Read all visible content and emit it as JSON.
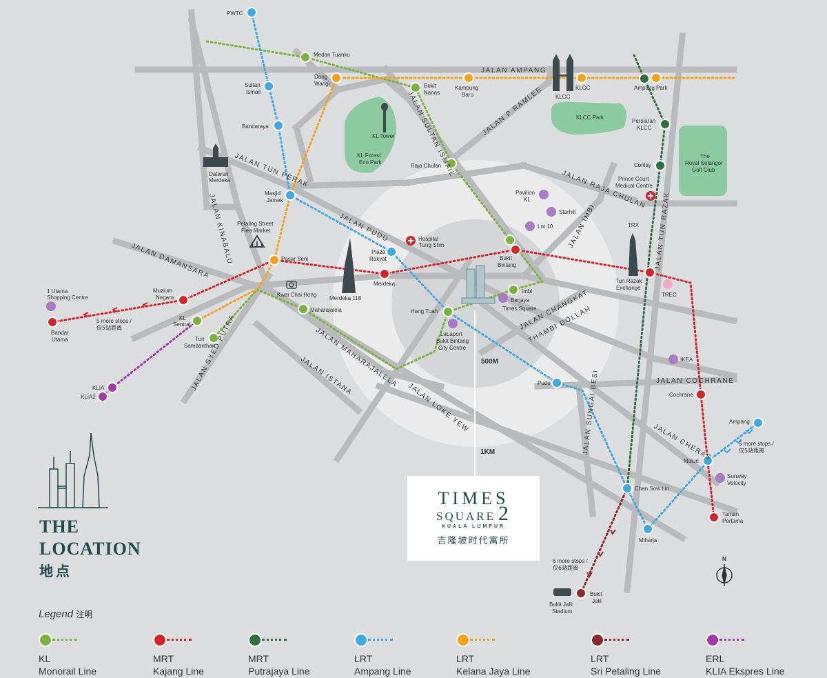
{
  "roads": [
    {
      "name": "JALAN AMPANG"
    },
    {
      "name": "JALAN SULTAN ISMAIL"
    },
    {
      "name": "JALAN P RAMLEE"
    },
    {
      "name": "JALAN TUN PERAK"
    },
    {
      "name": "JALAN RAJA CHULAN"
    },
    {
      "name": "JALAN KINABALU"
    },
    {
      "name": "JALAN PUDU"
    },
    {
      "name": "JALAN IMBI"
    },
    {
      "name": "JALAN TUN RAZAK"
    },
    {
      "name": "JALAN DAMANSARA"
    },
    {
      "name": "JALAN CHANGKAT"
    },
    {
      "name": "THAMBI DOLLAH"
    },
    {
      "name": "JALAN SYED PUTRA"
    },
    {
      "name": "JALAN MAHARAJALELA"
    },
    {
      "name": "JALAN ISTANA"
    },
    {
      "name": "JALAN LOKE YEW"
    },
    {
      "name": "JALAN COCHRANE"
    },
    {
      "name": "JALAN SUNGAI BESI"
    },
    {
      "name": "JALAN CHERAS"
    }
  ],
  "radius_labels": {
    "inner": "500M",
    "outer": "1KM"
  },
  "landmarks": [
    {
      "name": "KL Tower"
    },
    {
      "name": "KL Forest"
    },
    {
      "name": "Eco Park"
    },
    {
      "name": "KLCC Park"
    },
    {
      "name": "The"
    },
    {
      "name": "Royal Selangor"
    },
    {
      "name": "Golf Club"
    },
    {
      "name": "Dataran"
    },
    {
      "name": "Merdeka"
    },
    {
      "name": "Petaling Street"
    },
    {
      "name": "Flea Market"
    },
    {
      "name": "Kwai Chai Hong"
    },
    {
      "name": "Merdeka 118"
    },
    {
      "name": "Hospital"
    },
    {
      "name": "Tung Shin"
    },
    {
      "name": "Pavilion"
    },
    {
      "name": "KL"
    },
    {
      "name": "Starhill"
    },
    {
      "name": "Lot 10"
    },
    {
      "name": "Prince Court"
    },
    {
      "name": "Medical Centre"
    },
    {
      "name": "TRX"
    },
    {
      "name": "TREC"
    },
    {
      "name": "IKEA"
    },
    {
      "name": "1 Utama"
    },
    {
      "name": "Shopping Centre"
    },
    {
      "name": "Sunway"
    },
    {
      "name": "Velocity"
    },
    {
      "name": "Berjaya"
    },
    {
      "name": "Times Square"
    },
    {
      "name": "LaLaport"
    },
    {
      "name": "Bukit Bintang"
    },
    {
      "name": "City Centre"
    },
    {
      "name": "Bukit Jalil"
    },
    {
      "name": "Stadium"
    },
    {
      "name": "KLCC"
    }
  ],
  "stations": [
    {
      "name": "PWTC"
    },
    {
      "name": "Medan Tuanku"
    },
    {
      "name": "Dang"
    },
    {
      "name": "Wangi"
    },
    {
      "name": "Bukit"
    },
    {
      "name": "Nanas"
    },
    {
      "name": "Kampung"
    },
    {
      "name": "Baru"
    },
    {
      "name": "KLCC"
    },
    {
      "name": "Ampang Park"
    },
    {
      "name": "Sultan"
    },
    {
      "name": "Ismail"
    },
    {
      "name": "Bandaraya"
    },
    {
      "name": "Persiaran"
    },
    {
      "name": "KLCC"
    },
    {
      "name": "Conlay"
    },
    {
      "name": "Raja Chulan"
    },
    {
      "name": "Masjid"
    },
    {
      "name": "Jamek"
    },
    {
      "name": "Plaza"
    },
    {
      "name": "Rakyat"
    },
    {
      "name": "Bukit"
    },
    {
      "name": "Bintang"
    },
    {
      "name": "Pasar Seni"
    },
    {
      "name": "Merdeka"
    },
    {
      "name": "Tun Razak"
    },
    {
      "name": "Exchange"
    },
    {
      "name": "Muzium"
    },
    {
      "name": "Negara"
    },
    {
      "name": "Imbi"
    },
    {
      "name": "Hang Tuah"
    },
    {
      "name": "KL"
    },
    {
      "name": "Sentral"
    },
    {
      "name": "Maharajalela"
    },
    {
      "name": "Tun"
    },
    {
      "name": "Sambanthan"
    },
    {
      "name": "Bandar"
    },
    {
      "name": "Utama"
    },
    {
      "name": "KLIA"
    },
    {
      "name": "KLIA2"
    },
    {
      "name": "Pudu"
    },
    {
      "name": "Cochrane"
    },
    {
      "name": "Ampang"
    },
    {
      "name": "Maluri"
    },
    {
      "name": "Chan Sow Lin"
    },
    {
      "name": "Miharja"
    },
    {
      "name": "Taman"
    },
    {
      "name": "Pertama"
    },
    {
      "name": "Bukit"
    },
    {
      "name": "Jalil"
    }
  ],
  "notes": [
    {
      "text": "5 more stops /"
    },
    {
      "text": "仅5站距离"
    },
    {
      "text": "5 more stops /"
    },
    {
      "text": "仅5站距离"
    },
    {
      "text": "6 more stops /"
    },
    {
      "text": "仅6站距离"
    }
  ],
  "compass": "N",
  "title": {
    "line1": "THE",
    "line2": "LOCATION",
    "cn": "地点"
  },
  "logo": {
    "line1": "TIMES",
    "line2": "SQUARE",
    "num": "2",
    "sub": "KUALA LUMPUR",
    "cn": "吉隆坡时代寓所"
  },
  "legend": {
    "title": "Legend",
    "title_cn": "注明",
    "items": [
      {
        "type": "KL",
        "name": "Monorail Line",
        "color": "#7ab33e"
      },
      {
        "type": "MRT",
        "name": "Kajang Line",
        "color": "#d3262b"
      },
      {
        "type": "MRT",
        "name": "Putrajaya Line",
        "color": "#2e6e3f"
      },
      {
        "type": "LRT",
        "name": "Ampang Line",
        "color": "#3fa9e0"
      },
      {
        "type": "LRT",
        "name": "Kelana Jaya Line",
        "color": "#f4a11d"
      },
      {
        "type": "LRT",
        "name": "Sri Petaling Line",
        "color": "#8b2a2a"
      },
      {
        "type": "ERL",
        "name": "KLIA Ekspres Line",
        "color": "#a23aa5"
      }
    ]
  },
  "colors": {
    "monorail": "#7ab33e",
    "kajang": "#d3262b",
    "putrajaya": "#2e6e3f",
    "ampang": "#3fa9e0",
    "kelana": "#f4a11d",
    "sripetaling": "#8b2a2a",
    "erl": "#a23aa5",
    "road": "#b9babc",
    "park": "#8ccaa0",
    "title": "#1f4b4b"
  }
}
